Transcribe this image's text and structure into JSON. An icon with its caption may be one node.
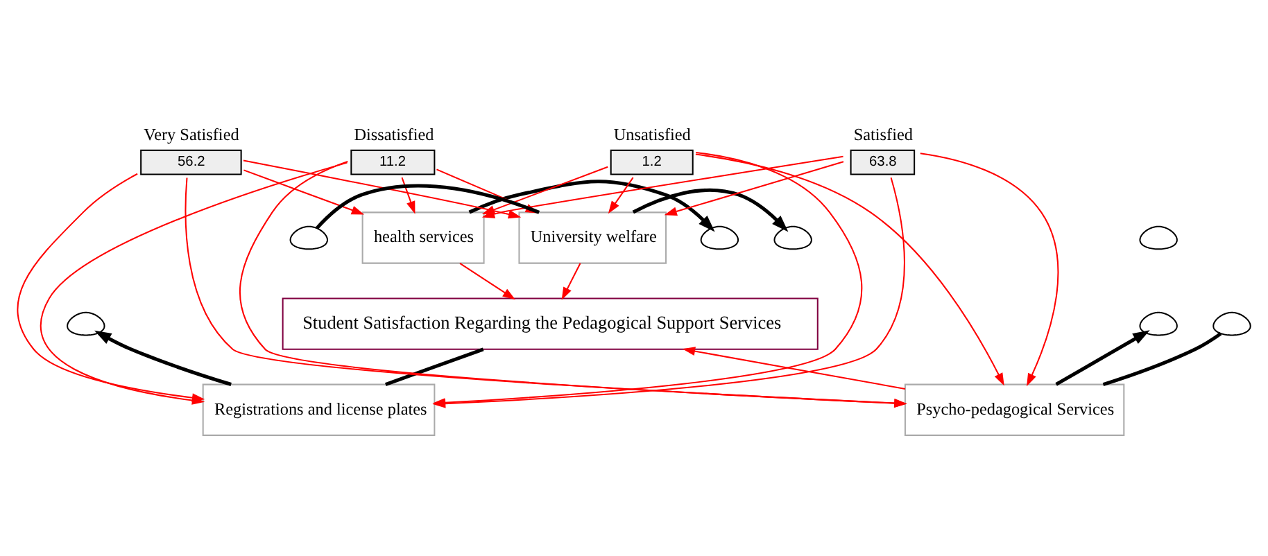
{
  "diagram": {
    "nodes": [
      {
        "text": [
          "health services"
        ]
      },
      {
        "text": [
          "University welfare"
        ]
      },
      {
        "text": [
          "Student Satisfaction Regarding the Pedagogical Support Services"
        ]
      },
      {
        "text": [
          "Psycho-pedagogical Services"
        ]
      },
      {
        "text": [
          "Registrations and license plates"
        ]
      },
      {
        "text": [
          "Dissatisfied",
          "11.2"
        ]
      },
      {
        "text": [
          "Unsatisfied",
          "1.2"
        ]
      },
      {
        "text": [
          "Satisfied",
          "63.8"
        ]
      },
      {
        "text": [
          "Very Satisfied",
          "56.2"
        ]
      },
      {
        "text": [],
        "shape": "cloud"
      },
      {
        "text": [],
        "shape": "cloud"
      },
      {
        "text": [],
        "shape": "cloud"
      },
      {
        "text": [],
        "shape": "cloud"
      },
      {
        "text": [],
        "shape": "cloud"
      },
      {
        "text": [],
        "shape": "cloud"
      },
      {
        "text": [],
        "shape": "cloud"
      }
    ],
    "edges": [
      {
        "from": 0,
        "to": 10,
        "arrow": "to",
        "style": "thick",
        "color": "#000000"
      },
      {
        "from": 11,
        "to": 3,
        "arrow": "none",
        "style": "thick",
        "color": "#000000"
      },
      {
        "from": 3,
        "to": 12,
        "arrow": "to",
        "style": "thick",
        "color": "#000000"
      },
      {
        "from": 14,
        "to": 1,
        "arrow": "none",
        "style": "thick",
        "color": "#000000"
      },
      {
        "from": 1,
        "to": 13,
        "arrow": "to",
        "style": "thick",
        "color": "#000000"
      },
      {
        "from": 2,
        "to": 4,
        "arrow": "none",
        "style": "thick",
        "color": "#000000"
      },
      {
        "from": 4,
        "to": 15,
        "arrow": "to",
        "style": "thick",
        "color": "#000000"
      },
      {
        "from": 0,
        "to": 2,
        "arrow": "to"
      },
      {
        "from": 1,
        "to": 2,
        "arrow": "to"
      },
      {
        "from": 3,
        "to": 2,
        "arrow": "to"
      },
      {
        "from": 5,
        "to": 0,
        "arrow": "to"
      },
      {
        "from": 5,
        "to": 1,
        "arrow": "to"
      },
      {
        "from": 5,
        "to": 3,
        "arrow": "to"
      },
      {
        "from": 5,
        "to": 4,
        "arrow": "to"
      },
      {
        "from": 6,
        "to": 0,
        "arrow": "to"
      },
      {
        "from": 6,
        "to": 1,
        "arrow": "to"
      },
      {
        "from": 6,
        "to": 3,
        "arrow": "to"
      },
      {
        "from": 6,
        "to": 4,
        "arrow": "to"
      },
      {
        "from": 7,
        "to": 0,
        "arrow": "to"
      },
      {
        "from": 7,
        "to": 1,
        "arrow": "to"
      },
      {
        "from": 7,
        "to": 3,
        "arrow": "to"
      },
      {
        "from": 7,
        "to": 4,
        "arrow": "to"
      },
      {
        "from": 8,
        "to": 0,
        "arrow": "to"
      },
      {
        "from": 8,
        "to": 1,
        "arrow": "to"
      },
      {
        "from": 8,
        "to": 3,
        "arrow": "to"
      },
      {
        "from": 8,
        "to": 4,
        "arrow": "to"
      }
    ]
  }
}
